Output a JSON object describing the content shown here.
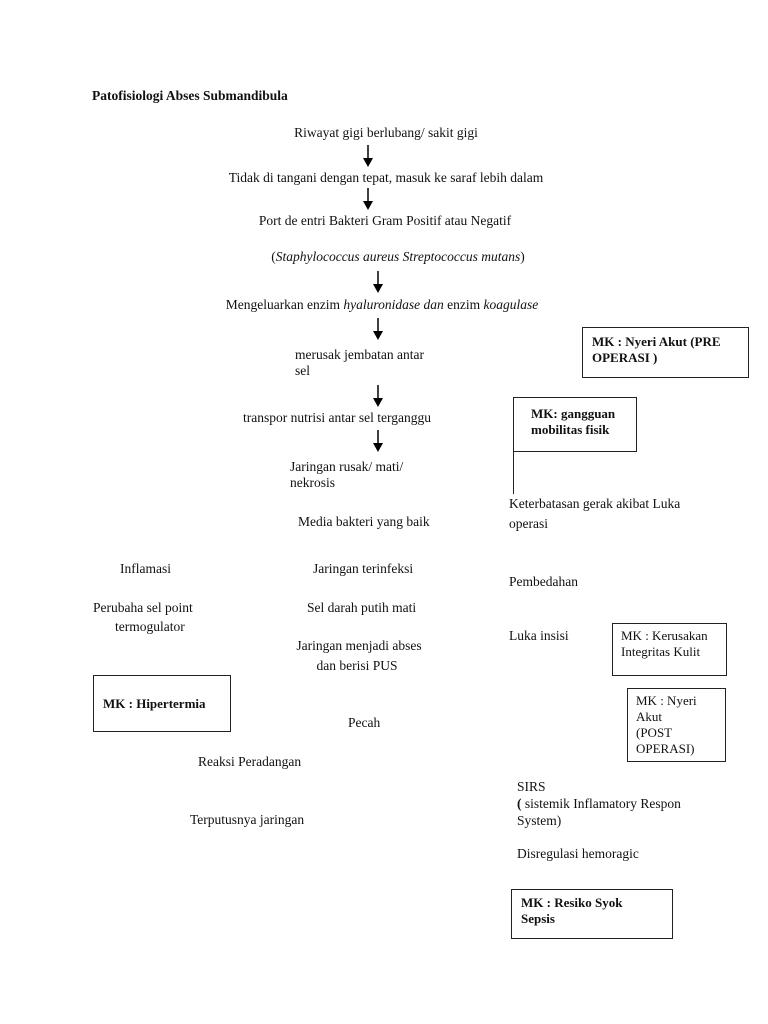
{
  "title": "Patofisiologi Abses Submandibula",
  "flow": {
    "step1": "Riwayat gigi berlubang/ sakit gigi",
    "step2": "Tidak di tangani dengan tepat, masuk ke saraf lebih dalam",
    "step3": "Port de entri Bakteri Gram Positif atau Negatif",
    "step4_open": "(",
    "step4_italic": "Staphylococcus aureus Streptococcus mutans",
    "step4_close": ")",
    "step5_a": "Mengeluarkan enzim ",
    "step5_b": "hyaluronidase dan ",
    "step5_c": "enzim ",
    "step5_d": "koagulase",
    "step6_line1": "merusak jembatan antar",
    "step6_line2": "sel",
    "step7": "transpor nutrisi antar sel terganggu",
    "step8_line1": "Jaringan rusak/ mati/",
    "step8_line2": "nekrosis",
    "step9": "Media bakteri yang baik",
    "step10": "Jaringan terinfeksi",
    "step11": "Sel darah putih mati",
    "step12_line1": "Jaringan menjadi abses",
    "step12_line2": "dan berisi PUS",
    "step13": "Pecah",
    "step14": "Reaksi Peradangan",
    "step15": "Terputusnya jaringan"
  },
  "left": {
    "inflamasi": "Inflamasi",
    "perubahan_line1": "Perubaha sel point",
    "perubahan_line2": "termogulator",
    "mk_hipertermia": "MK : Hipertermia"
  },
  "right": {
    "mk_nyeri_pre_line1": "MK : Nyeri Akut (PRE",
    "mk_nyeri_pre_line2": "OPERASI )",
    "mk_mobilitas_line1": "MK: gangguan",
    "mk_mobilitas_line2": "mobilitas fisik",
    "keterbatasan_line1": "Keterbatasan gerak akibat Luka",
    "keterbatasan_line2": "operasi",
    "pembedahan": "Pembedahan",
    "luka_insisi": "Luka insisi",
    "mk_kerusakan_line1": "MK : Kerusakan",
    "mk_kerusakan_line2": "Integritas Kulit",
    "mk_nyeri_post_line1": "MK : Nyeri",
    "mk_nyeri_post_line2": "Akut",
    "mk_nyeri_post_line3": "(POST",
    "mk_nyeri_post_line4": "OPERASI)",
    "sirs": "SIRS",
    "sirs_paren": "( ",
    "sirs_desc_line1": "sistemik Inflamatory Respon",
    "sirs_desc_line2": "System)",
    "disregulasi": "Disregulasi hemoragic",
    "mk_syok_line1": "MK : Resiko Syok",
    "mk_syok_line2": "Sepsis"
  }
}
